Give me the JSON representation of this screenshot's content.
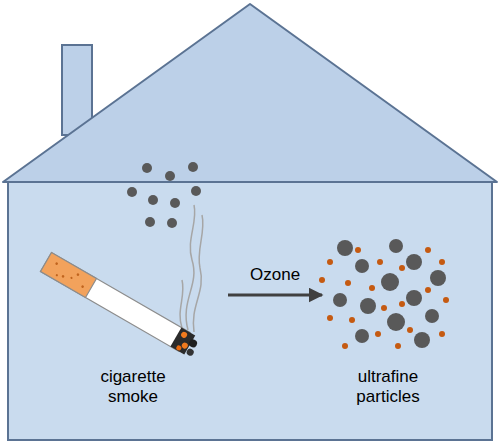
{
  "diagram": {
    "nodes": [
      {
        "text": [
          "cigarette smoke"
        ]
      },
      {
        "text": [
          "ultrafine particles"
        ]
      }
    ],
    "edges": [
      {
        "from": 0,
        "to": 1,
        "arrow": "to",
        "label": "Ozone"
      }
    ]
  }
}
